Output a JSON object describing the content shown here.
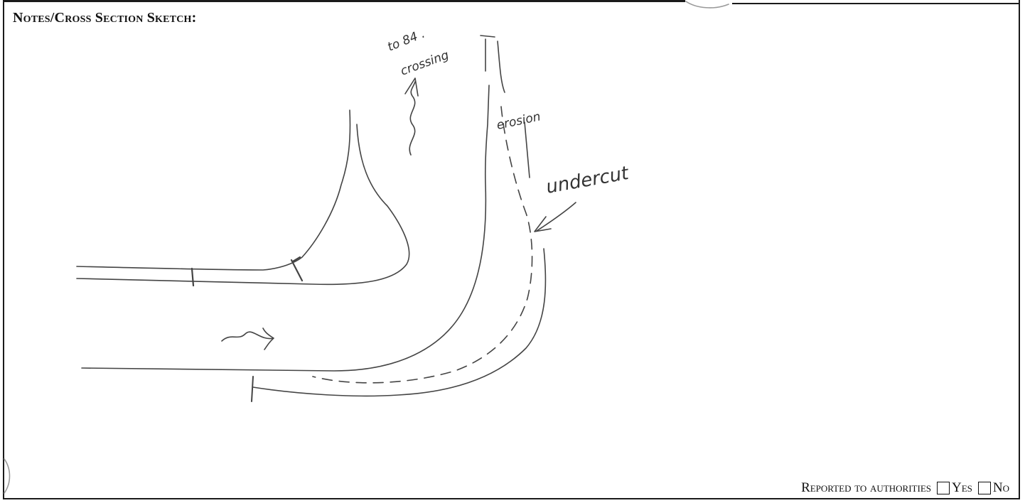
{
  "form": {
    "heading": "Notes/Cross Section Sketch:",
    "footer": {
      "reported_label": "Reported to authorities",
      "yes_label": "Yes",
      "no_label": "No"
    }
  },
  "sketch": {
    "annotations": {
      "to_crossing_line1": "to 84 .",
      "to_crossing_line2": "crossing",
      "erosion": "erosion",
      "undercut": "undercut"
    }
  }
}
